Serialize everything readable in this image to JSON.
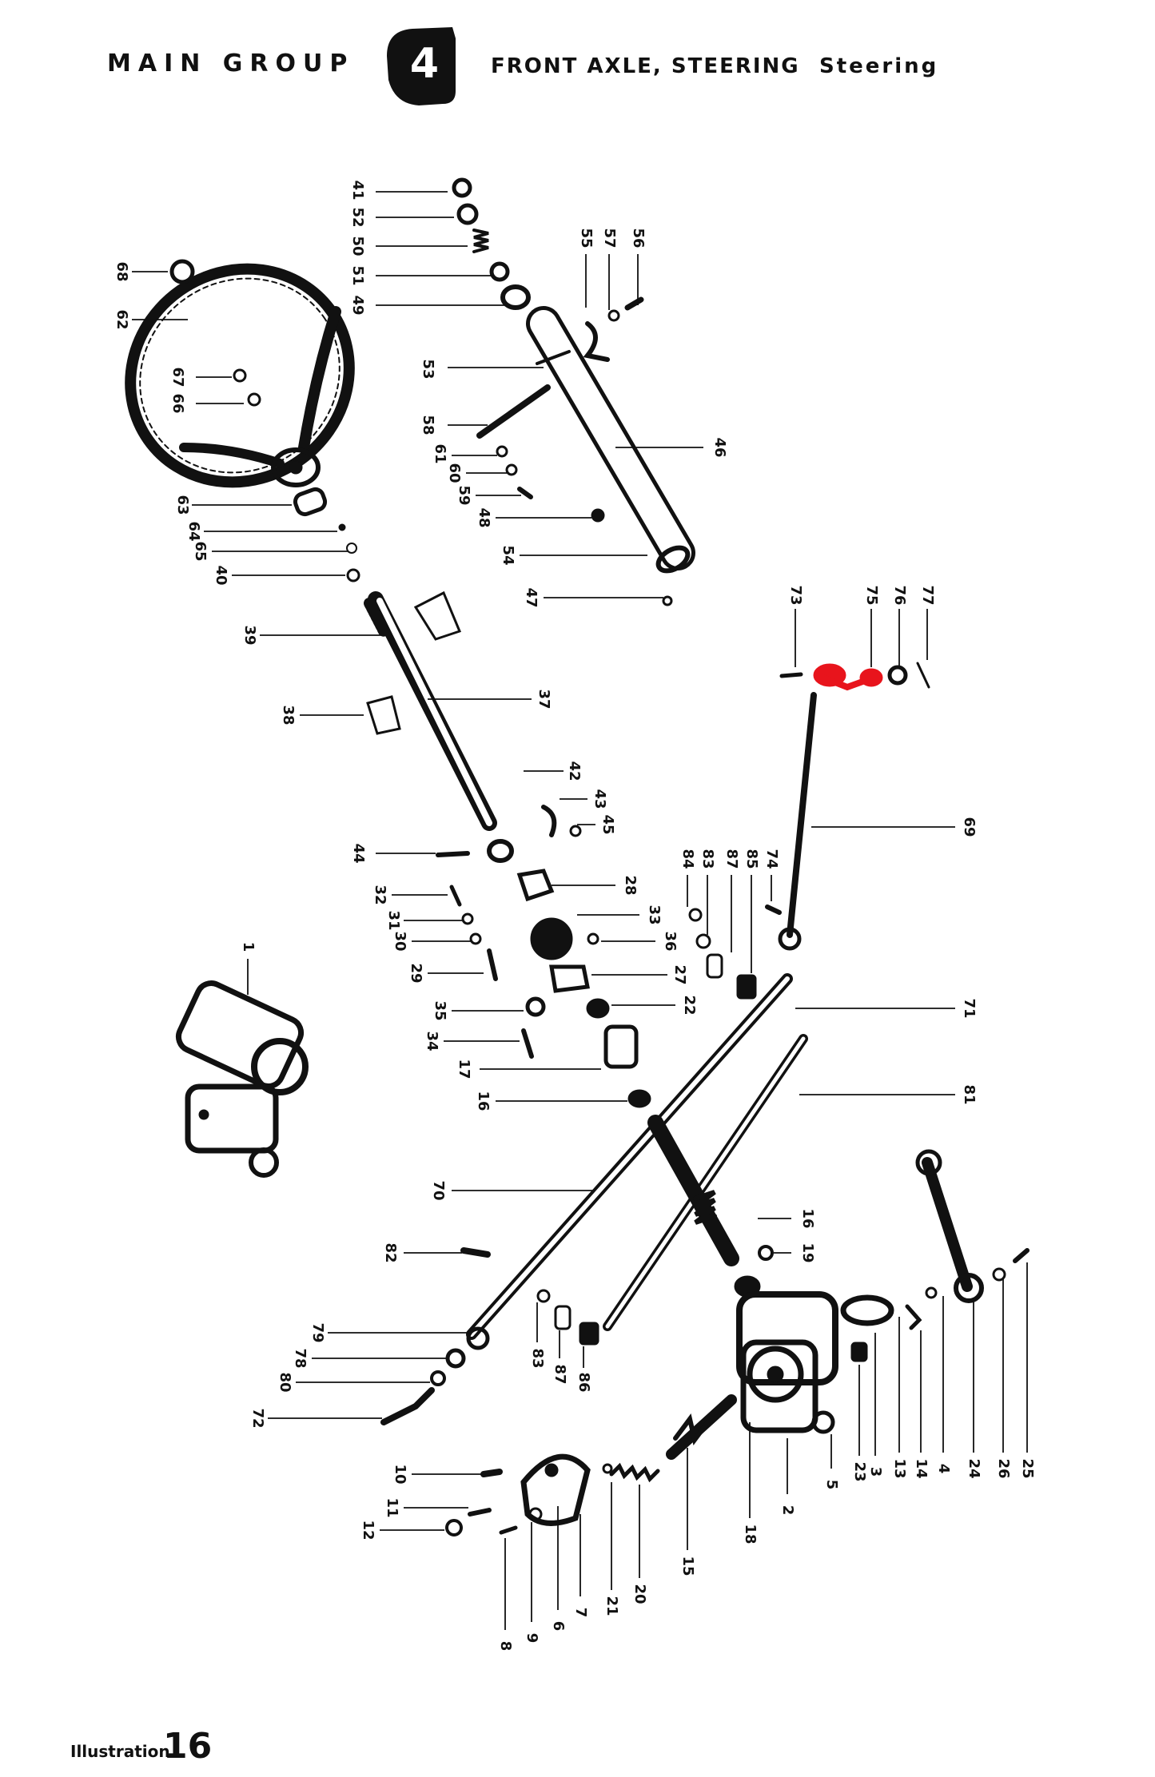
{
  "header": {
    "main_group": "MAIN GROUP",
    "group_number": "4",
    "section": "FRONT AXLE, STEERING",
    "subsection": "Steering"
  },
  "footer": {
    "illustration_label": "Illustration",
    "illustration_number": "16"
  },
  "colors": {
    "ink": "#111111",
    "highlight": "#e8141c"
  },
  "highlighted_parts": [
    "75"
  ],
  "callouts": [
    "41",
    "52",
    "50",
    "51",
    "49",
    "68",
    "62",
    "67",
    "66",
    "55",
    "57",
    "56",
    "53",
    "58",
    "46",
    "61",
    "60",
    "59",
    "48",
    "54",
    "63",
    "64",
    "65",
    "40",
    "47",
    "39",
    "38",
    "37",
    "73",
    "75",
    "76",
    "77",
    "42",
    "43",
    "45",
    "44",
    "32",
    "31",
    "30",
    "29",
    "28",
    "33",
    "36",
    "27",
    "84",
    "83",
    "87",
    "85",
    "74",
    "69",
    "35",
    "34",
    "22",
    "71",
    "17",
    "16",
    "1",
    "81",
    "70",
    "82",
    "16",
    "19",
    "79",
    "78",
    "80",
    "83",
    "87",
    "86",
    "72",
    "10",
    "11",
    "12",
    "8",
    "9",
    "6",
    "7",
    "21",
    "20",
    "15",
    "18",
    "2",
    "5",
    "23",
    "3",
    "13",
    "14",
    "4",
    "24",
    "26",
    "25"
  ]
}
